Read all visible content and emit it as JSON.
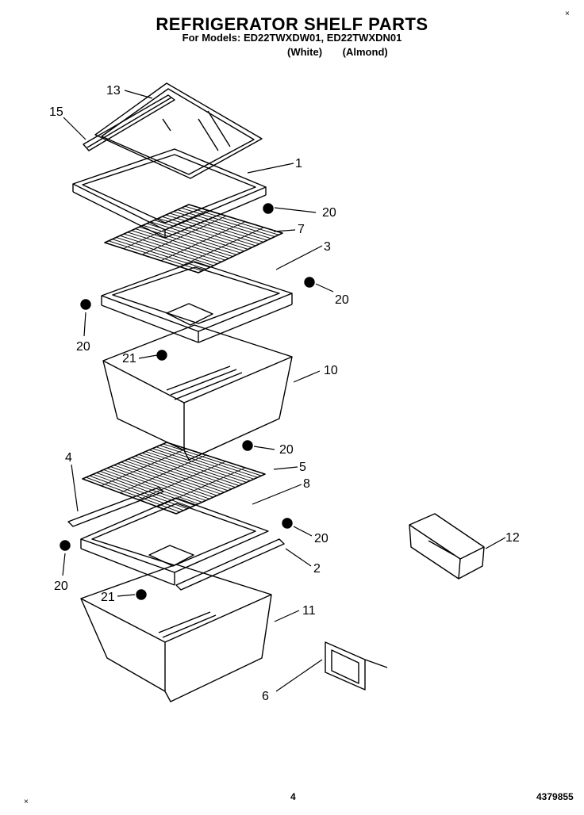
{
  "title": "REFRIGERATOR SHELF PARTS",
  "subtitle": "For Models: ED22TWXDW01, ED22TWXDN01",
  "color_white": "(White)",
  "color_almond": "(Almond)",
  "callouts": {
    "c13": "13",
    "c15": "15",
    "c1": "1",
    "c20a": "20",
    "c7": "7",
    "c3": "3",
    "c20b": "20",
    "c20c": "20",
    "c21a": "21",
    "c10": "10",
    "c20d": "20",
    "c5": "5",
    "c4": "4",
    "c8": "8",
    "c20e": "20",
    "c12": "12",
    "c20f": "20",
    "c2": "2",
    "c21b": "21",
    "c11": "11",
    "c6": "6"
  },
  "footer": {
    "page": "4",
    "doc_number": "4379855"
  }
}
